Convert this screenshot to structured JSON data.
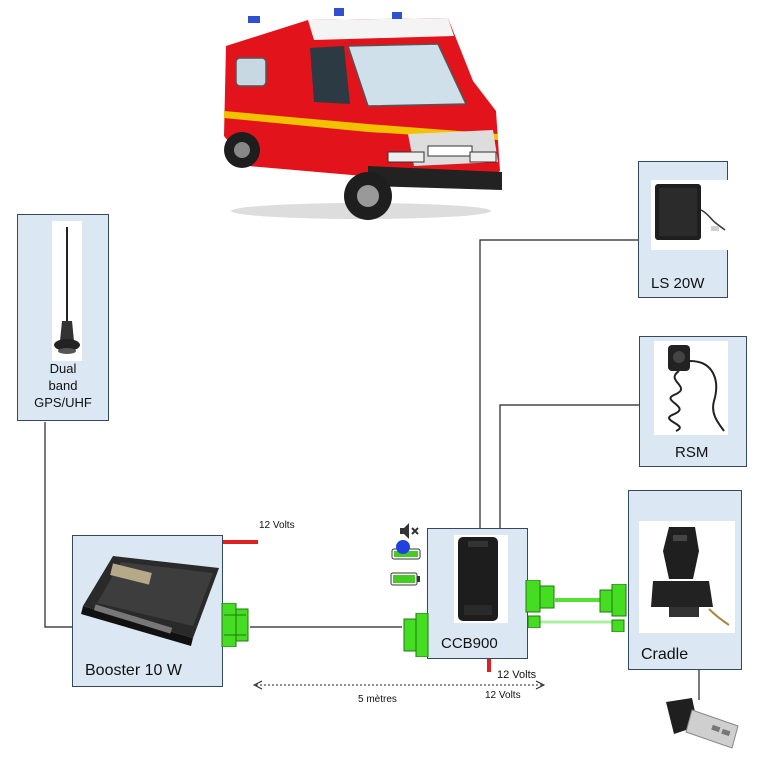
{
  "devices": {
    "antenna": {
      "label_line1": "Dual",
      "label_line2": "band",
      "label_line3": "GPS/UHF"
    },
    "booster": {
      "label": "Booster 10 W"
    },
    "ccb": {
      "label": "CCB900"
    },
    "speaker": {
      "label": "LS 20W"
    },
    "rsm": {
      "label": "RSM"
    },
    "cradle": {
      "label": "Cradle"
    }
  },
  "power": {
    "booster_volts": "12 Volts",
    "ccb_volts_1": "12 Volts",
    "ccb_volts_2": "12 Volts"
  },
  "distance": {
    "label": "5 mètres"
  },
  "icons": [
    "fire-truck-icon",
    "antenna-icon",
    "booster-amplifier-icon",
    "ccb-unit-icon",
    "speaker-icon",
    "remote-speaker-microphone-icon",
    "radio-cradle-icon",
    "usb-plug-icon",
    "mute-icon",
    "blue-light-icon",
    "battery-icon",
    "connector-icon"
  ],
  "colors": {
    "box_fill": "#dbe8f3",
    "box_border": "#34495e",
    "connector": "#44dd22",
    "power_line": "#e02020",
    "truck": "#e3131b"
  }
}
